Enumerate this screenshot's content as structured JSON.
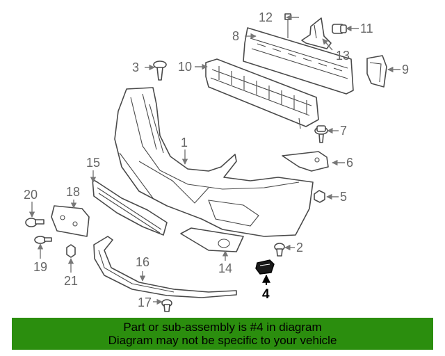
{
  "diagram": {
    "callouts": [
      "1",
      "2",
      "3",
      "4",
      "5",
      "6",
      "7",
      "8",
      "9",
      "10",
      "11",
      "12",
      "13",
      "14",
      "15",
      "16",
      "17",
      "18",
      "19",
      "20",
      "21"
    ],
    "highlighted_callout": "4"
  },
  "banner": {
    "line1": "Part or sub-assembly is #4 in diagram",
    "line2": "Diagram may not be specific to your vehicle",
    "background": "#2b8e0e"
  }
}
